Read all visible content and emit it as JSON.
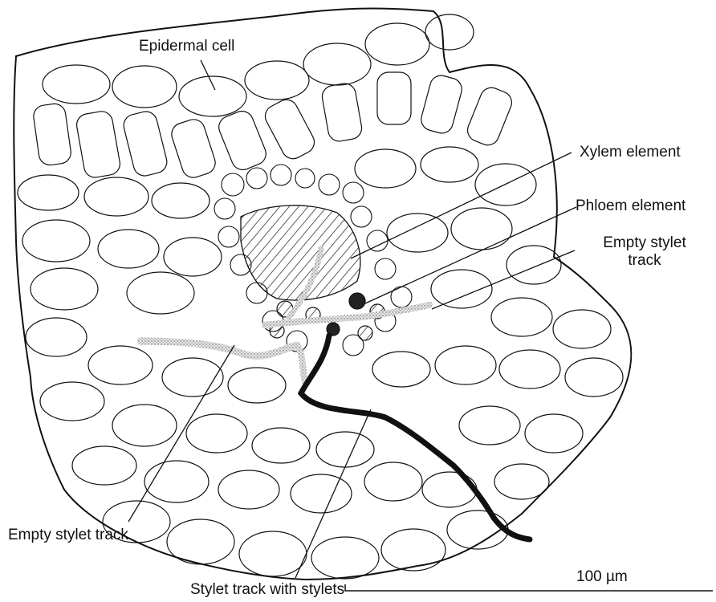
{
  "labels": {
    "epidermal_cell": "Epidermal cell",
    "xylem_element": "Xylem element",
    "phloem_element": "Phloem element",
    "empty_stylet_track_right_line1": "Empty stylet",
    "empty_stylet_track_right_line2": "track",
    "empty_stylet_track_left": "Empty stylet track",
    "stylet_track_with_stylets": "Stylet track with stylets",
    "scale_bar": "100 µm"
  },
  "colors": {
    "ink": "#111111",
    "background": "#ffffff",
    "hatch": "#333333",
    "stipple": "#b5b5b5"
  }
}
